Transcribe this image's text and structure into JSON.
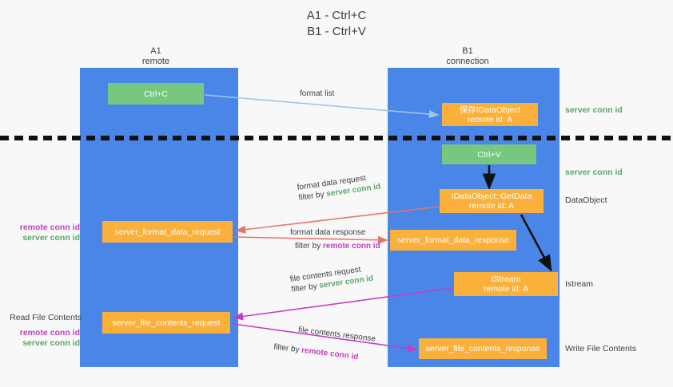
{
  "title": "A1 - Ctrl+C\nB1 - Ctrl+V",
  "title_line1": "A1 - Ctrl+C",
  "title_line2": "B1 - Ctrl+V",
  "lanes": [
    {
      "id": "a1",
      "name": "A1",
      "subtitle": "remote"
    },
    {
      "id": "b1",
      "name": "B1",
      "subtitle": "connection"
    }
  ],
  "boxes": {
    "ctrl_c": {
      "line1": "Ctrl+C",
      "color": "#77c77f"
    },
    "save_dataobject": {
      "line1": "保存IDataObject",
      "line2": "remote id: A",
      "color": "#fbb03b"
    },
    "ctrl_v": {
      "line1": "Ctrl+V",
      "color": "#77c77f"
    },
    "getdata": {
      "line1": "IDataObject::GetData",
      "line2": "remote id: A",
      "color": "#fbb03b"
    },
    "format_data_request": {
      "line1": "server_format_data_request",
      "color": "#fbb03b"
    },
    "format_data_response": {
      "line1": "server_format_data_response",
      "color": "#fbb03b"
    },
    "istream": {
      "line1": "IStream",
      "line2": "remote id: A",
      "color": "#fbb03b"
    },
    "file_contents_request": {
      "line1": "server_file_contents_request",
      "color": "#fbb03b"
    },
    "file_contents_response": {
      "line1": "server_file_contents_response",
      "color": "#fbb03b"
    }
  },
  "edge_labels": {
    "format_list": "format list",
    "format_data_request": "format data request",
    "format_data_request_filter_prefix": "filter by ",
    "format_data_request_filter_value": "server conn id",
    "format_data_response": "format data response",
    "format_data_response_filter_prefix": "filter by ",
    "format_data_response_filter_value": "remote conn id",
    "file_contents_request": "file contents request",
    "file_contents_request_filter_prefix": "filter by ",
    "file_contents_request_filter_value": "server conn id",
    "file_contents_response": "file contents response",
    "file_contents_response_filter_prefix": "filter by ",
    "file_contents_response_filter_value": "remote conn id"
  },
  "side_labels": {
    "server_conn_id_top": "server conn id",
    "server_conn_id_second": "server conn id",
    "dataobject": "DataObject",
    "istream": "Istream",
    "write_file_contents": "Write File Contents",
    "read_file_contents": "Read File Contents",
    "remote_conn_id": "remote conn id",
    "server_conn_id": "server conn id"
  },
  "colors": {
    "lane": "#4a86e8",
    "green_box": "#77c77f",
    "orange_box": "#fbb03b",
    "server_conn_id": "#5aa469",
    "remote_conn_id": "#c040c0",
    "arrow_blue": "#9fc5e8",
    "arrow_red": "#e8756a",
    "arrow_magenta": "#c040c0",
    "arrow_black": "#111111",
    "background": "#f8f8f8"
  }
}
